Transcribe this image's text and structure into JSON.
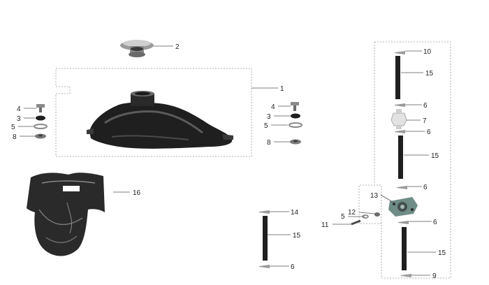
{
  "diagram": {
    "callouts": {
      "c1": "1",
      "c2": "2",
      "c3_left": "3",
      "c3_right": "3",
      "c4_left": "4",
      "c4_right": "4",
      "c5_left": "5",
      "c5_right": "5",
      "c5_valve": "5",
      "c6_a": "6",
      "c6_b": "6",
      "c6_c": "6",
      "c6_d": "6",
      "c6_e": "6",
      "c7": "7",
      "c8_left": "8",
      "c8_right": "8",
      "c9": "9",
      "c10": "10",
      "c11": "11",
      "c12": "12",
      "c13": "13",
      "c14": "14",
      "c15_a": "15",
      "c15_b": "15",
      "c15_c": "15",
      "c15_d": "15",
      "c16": "16"
    },
    "colors": {
      "part_dark": "#1f1f1f",
      "part_mid": "#5a5a5a",
      "metal": "#b8b8b8",
      "line": "#555555",
      "dash": "#9a9a9a",
      "valve_teal": "#6f8c86"
    }
  }
}
